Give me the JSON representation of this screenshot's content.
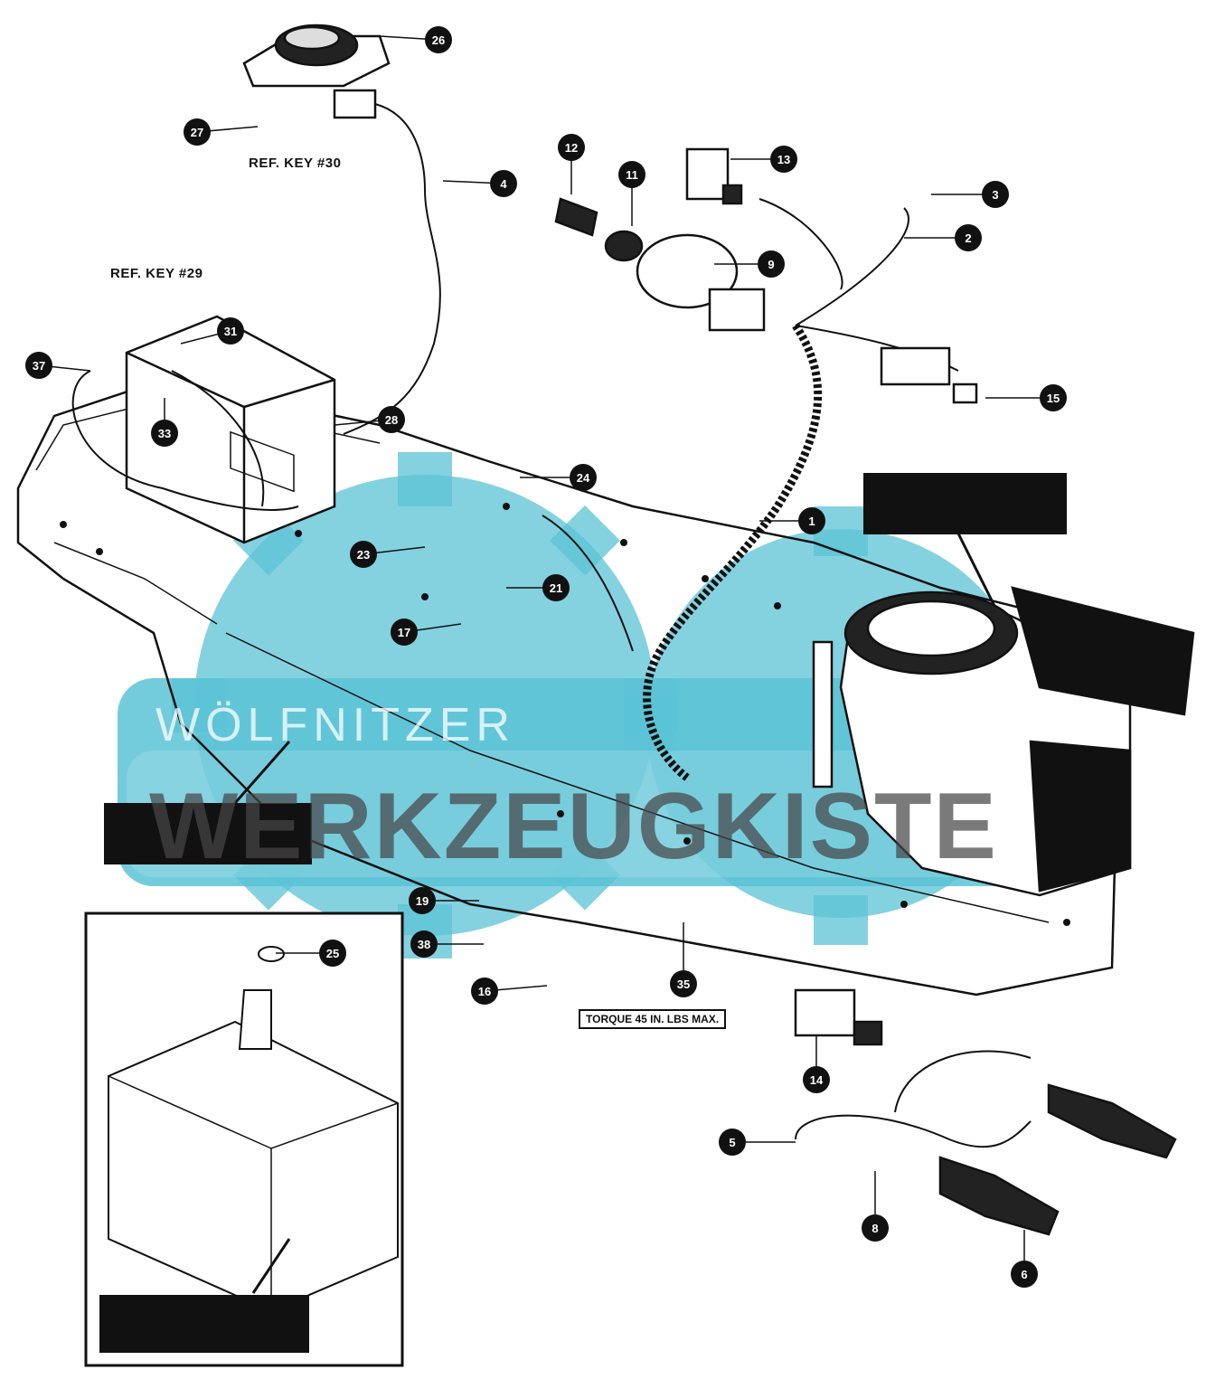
{
  "reference_labels": {
    "ref_key_30": "REF. KEY #30",
    "ref_key_29": "REF. KEY #29"
  },
  "torque_note": "TORQUE 45 IN. LBS MAX.",
  "watermark": {
    "line1": "WÖLFNITZER",
    "line2": "WERKZEUGKISTE",
    "color": "#5bc3d6"
  },
  "callouts": [
    "26",
    "27",
    "4",
    "12",
    "11",
    "13",
    "3",
    "2",
    "9",
    "15",
    "31",
    "37",
    "33",
    "28",
    "24",
    "1",
    "23",
    "21",
    "17",
    "19",
    "38",
    "16",
    "25",
    "35",
    "14",
    "5",
    "8",
    "6"
  ]
}
